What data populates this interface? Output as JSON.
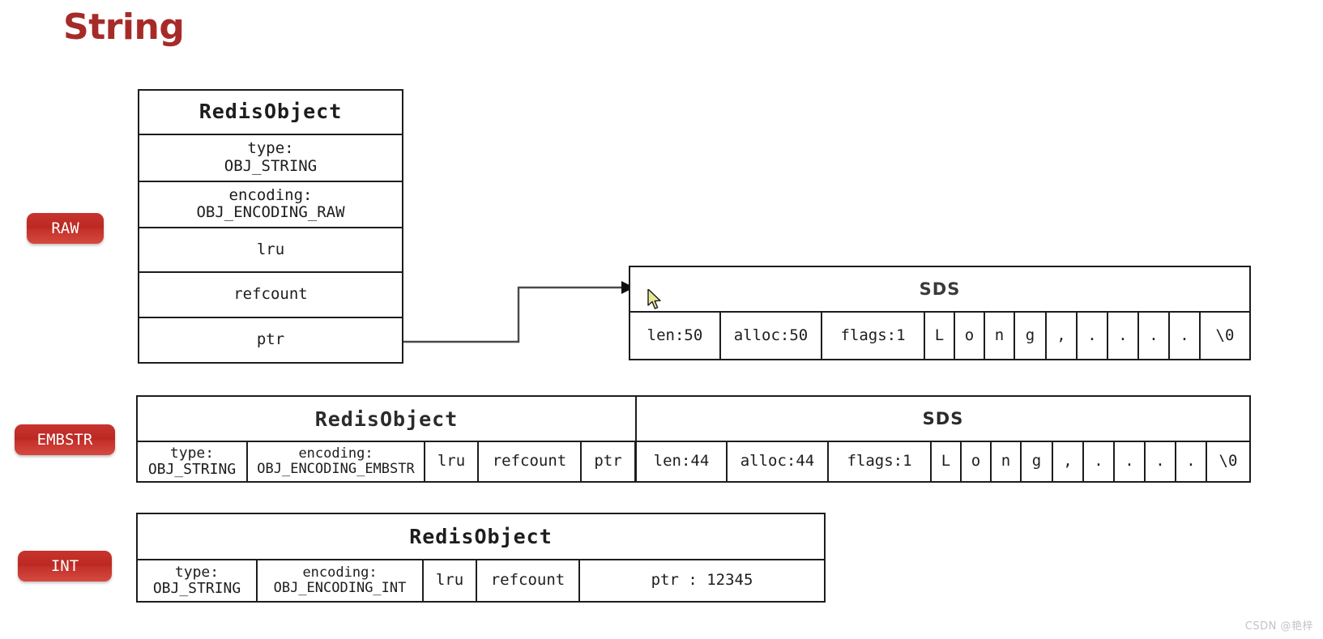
{
  "page": {
    "title": "String",
    "title_color": "#a62b28",
    "background": "#ffffff",
    "watermark": "CSDN @艳梓"
  },
  "badges": {
    "raw": "RAW",
    "embstr": "EMBSTR",
    "int": "INT",
    "color": "#c4302b"
  },
  "raw": {
    "redisobject": {
      "title": "RedisObject",
      "rows": [
        {
          "label": "type:",
          "value": "OBJ_STRING"
        },
        {
          "label": "encoding:",
          "value": "OBJ_ENCODING_RAW"
        },
        {
          "label": "lru",
          "value": ""
        },
        {
          "label": "refcount",
          "value": ""
        },
        {
          "label": "ptr",
          "value": ""
        }
      ]
    },
    "sds": {
      "title": "SDS",
      "fields": [
        "len:50",
        "alloc:50",
        "flags:1"
      ],
      "chars": [
        "L",
        "o",
        "n",
        "g",
        ",",
        ".",
        ".",
        ".",
        ".",
        "\\0"
      ]
    },
    "connector": "ptr-to-sds-arrow"
  },
  "embstr": {
    "redisobject": {
      "title": "RedisObject",
      "fields": [
        {
          "label": "type:",
          "value": "OBJ_STRING"
        },
        {
          "label": "encoding:",
          "value": "OBJ_ENCODING_EMBSTR"
        },
        {
          "label": "lru",
          "value": ""
        },
        {
          "label": "refcount",
          "value": ""
        },
        {
          "label": "ptr",
          "value": ""
        }
      ]
    },
    "sds": {
      "title": "SDS",
      "fields": [
        "len:44",
        "alloc:44",
        "flags:1"
      ],
      "chars": [
        "L",
        "o",
        "n",
        "g",
        ",",
        ".",
        ".",
        ".",
        ".",
        "\\0"
      ]
    }
  },
  "int": {
    "redisobject": {
      "title": "RedisObject",
      "fields": [
        {
          "label": "type:",
          "value": "OBJ_STRING"
        },
        {
          "label": "encoding:",
          "value": "OBJ_ENCODING_INT"
        },
        {
          "label": "lru",
          "value": ""
        },
        {
          "label": "refcount",
          "value": ""
        },
        {
          "label": "ptr",
          "value": "ptr : 12345"
        }
      ]
    }
  }
}
